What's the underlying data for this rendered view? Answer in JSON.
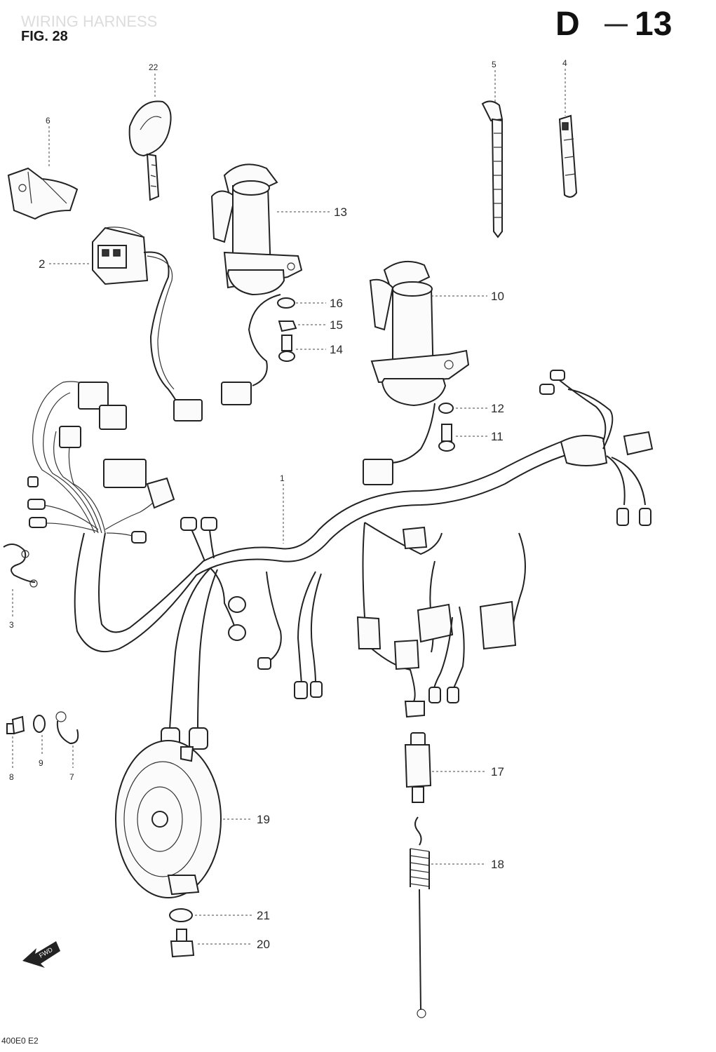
{
  "header": {
    "faint_title": "WIRING HARNESS",
    "figure": "FIG. 28",
    "page_code_letter": "D",
    "page_code_number": "13"
  },
  "footer": {
    "model_code": "400E0 E2"
  },
  "fwd_arrow": "FWD",
  "callouts": {
    "p1": "1",
    "p2": "2",
    "p3": "3",
    "p4": "4",
    "p5": "5",
    "p6": "6",
    "p7": "7",
    "p8": "8",
    "p9": "9",
    "p10": "10",
    "p11": "11",
    "p12": "12",
    "p13": "13",
    "p14": "14",
    "p15": "15",
    "p16": "16",
    "p17": "17",
    "p18": "18",
    "p19": "19",
    "p20": "20",
    "p21": "21",
    "p22": "22"
  },
  "colors": {
    "ink": "#222222",
    "faint": "#dcdcdc",
    "paper": "#ffffff"
  }
}
